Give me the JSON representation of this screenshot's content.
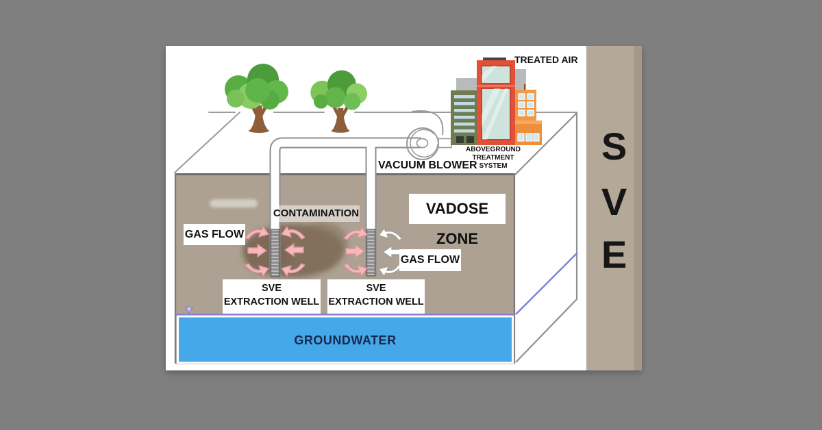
{
  "colors": {
    "page_bg": "#7f7f7f",
    "panel_bg": "#ffffff",
    "sidebar_bg": "#b4a999",
    "soil": "#aca192",
    "groundwater_blue": "#45a8e9",
    "water_table_line": "#8a7ad0",
    "arrow_pink": "#f6b8bd",
    "arrow_white": "#ffffff",
    "plume_brown": "#7a6652",
    "pipe_outline": "#8c8c8c",
    "building_red": "#e2503a",
    "building_orange": "#ef9a47",
    "building_olive": "#6e7b53",
    "tree_green": "#4c9c3c",
    "label_text": "#111111",
    "groundwater_text": "#14294e"
  },
  "sidebar": {
    "letters": [
      "S",
      "V",
      "E"
    ]
  },
  "labels": {
    "treated_air": "TREATED AIR",
    "vacuum_blower": "VACUUM BLOWER",
    "treatment_line1": "ABOVEGROUND",
    "treatment_line2": "TREATMENT",
    "treatment_line3": "SYSTEM",
    "vadose_zone": "VADOSE ZONE",
    "contamination": "CONTAMINATION",
    "gas_flow_left": "GAS FLOW",
    "gas_flow_right": "GAS FLOW",
    "well1_line1": "SVE",
    "well1_line2": "EXTRACTION WELL",
    "well2_line1": "SVE",
    "well2_line2": "EXTRACTION WELL",
    "groundwater": "GROUNDWATER"
  }
}
